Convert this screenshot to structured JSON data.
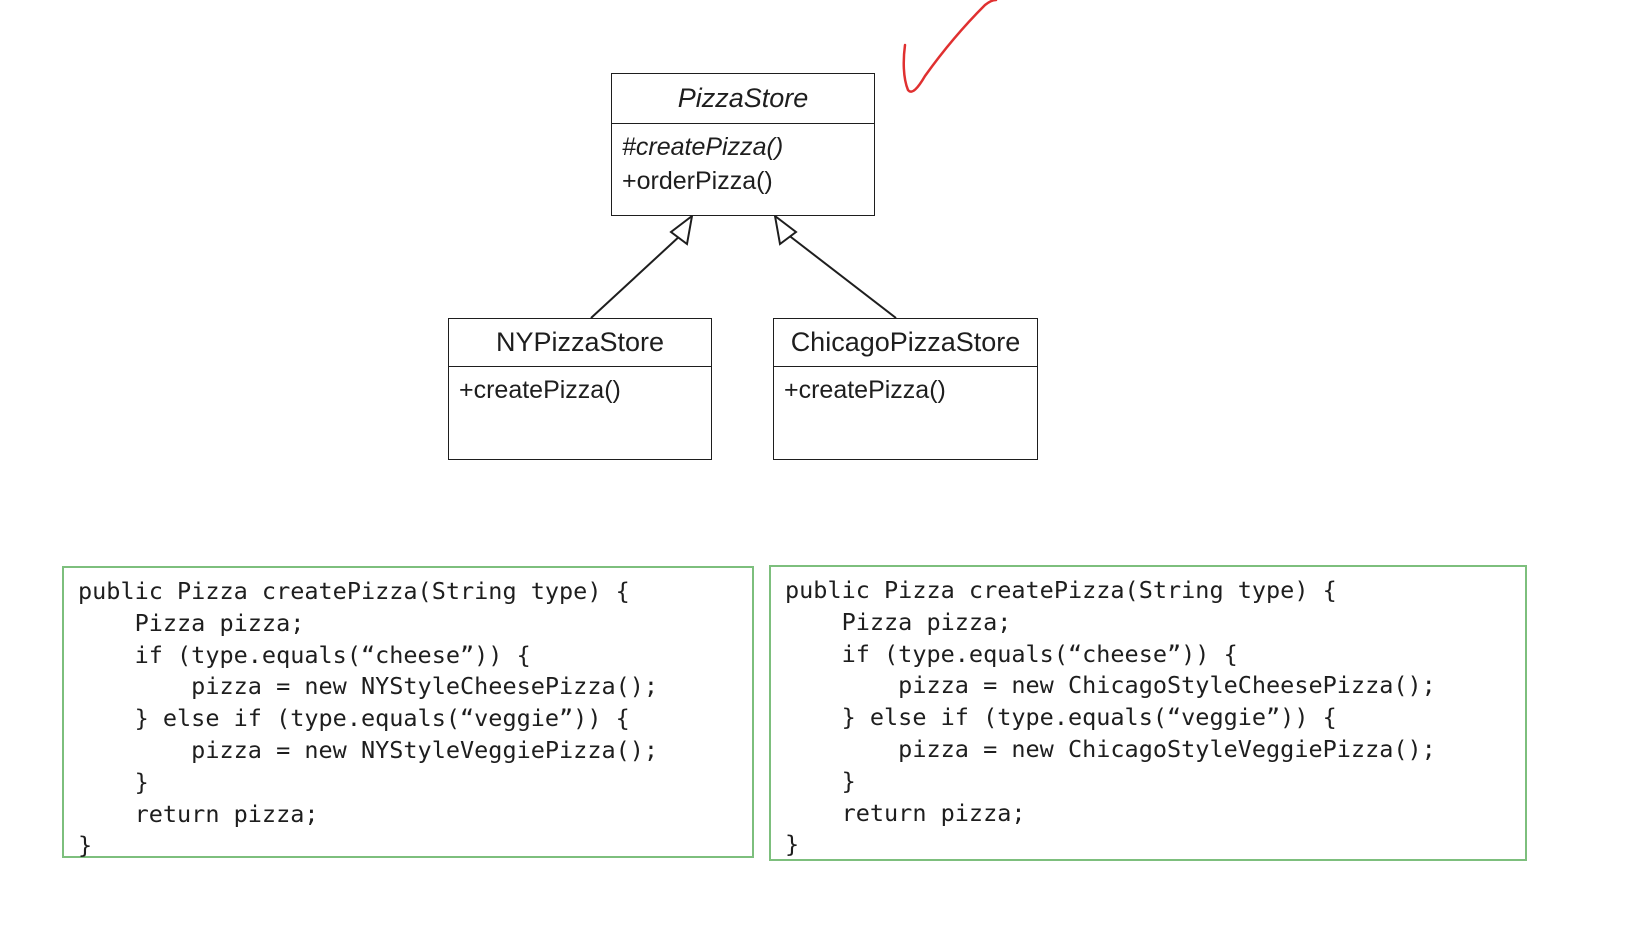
{
  "diagram": {
    "parent_class": {
      "name": "PizzaStore",
      "methods": [
        {
          "text": "#createPizza()",
          "abstract": true
        },
        {
          "text": "+orderPizza()",
          "abstract": false
        }
      ]
    },
    "child_classes": [
      {
        "name": "NYPizzaStore",
        "methods": [
          "+createPizza()"
        ]
      },
      {
        "name": "ChicagoPizzaStore",
        "methods": [
          "+createPizza()"
        ]
      }
    ],
    "relationships": [
      {
        "type": "generalization",
        "from": "NYPizzaStore",
        "to": "PizzaStore"
      },
      {
        "type": "generalization",
        "from": "ChicagoPizzaStore",
        "to": "PizzaStore"
      }
    ],
    "annotation": {
      "type": "checkmark",
      "color": "#e03030"
    }
  },
  "code_blocks": [
    {
      "lines": [
        "public Pizza createPizza(String type) {",
        "    Pizza pizza;",
        "    if (type.equals(“cheese”)) {",
        "        pizza = new NYStyleCheesePizza();",
        "    } else if (type.equals(“veggie”)) {",
        "        pizza = new NYStyleVeggiePizza();",
        "    }",
        "    return pizza;",
        "}"
      ]
    },
    {
      "lines": [
        "public Pizza createPizza(String type) {",
        "    Pizza pizza;",
        "    if (type.equals(“cheese”)) {",
        "        pizza = new ChicagoStyleCheesePizza();",
        "    } else if (type.equals(“veggie”)) {",
        "        pizza = new ChicagoStyleVeggiePizza();",
        "    }",
        "    return pizza;",
        "}"
      ]
    }
  ],
  "colors": {
    "uml_border": "#1e1e1e",
    "code_border": "#7dbf7d",
    "checkmark": "#e03030"
  }
}
